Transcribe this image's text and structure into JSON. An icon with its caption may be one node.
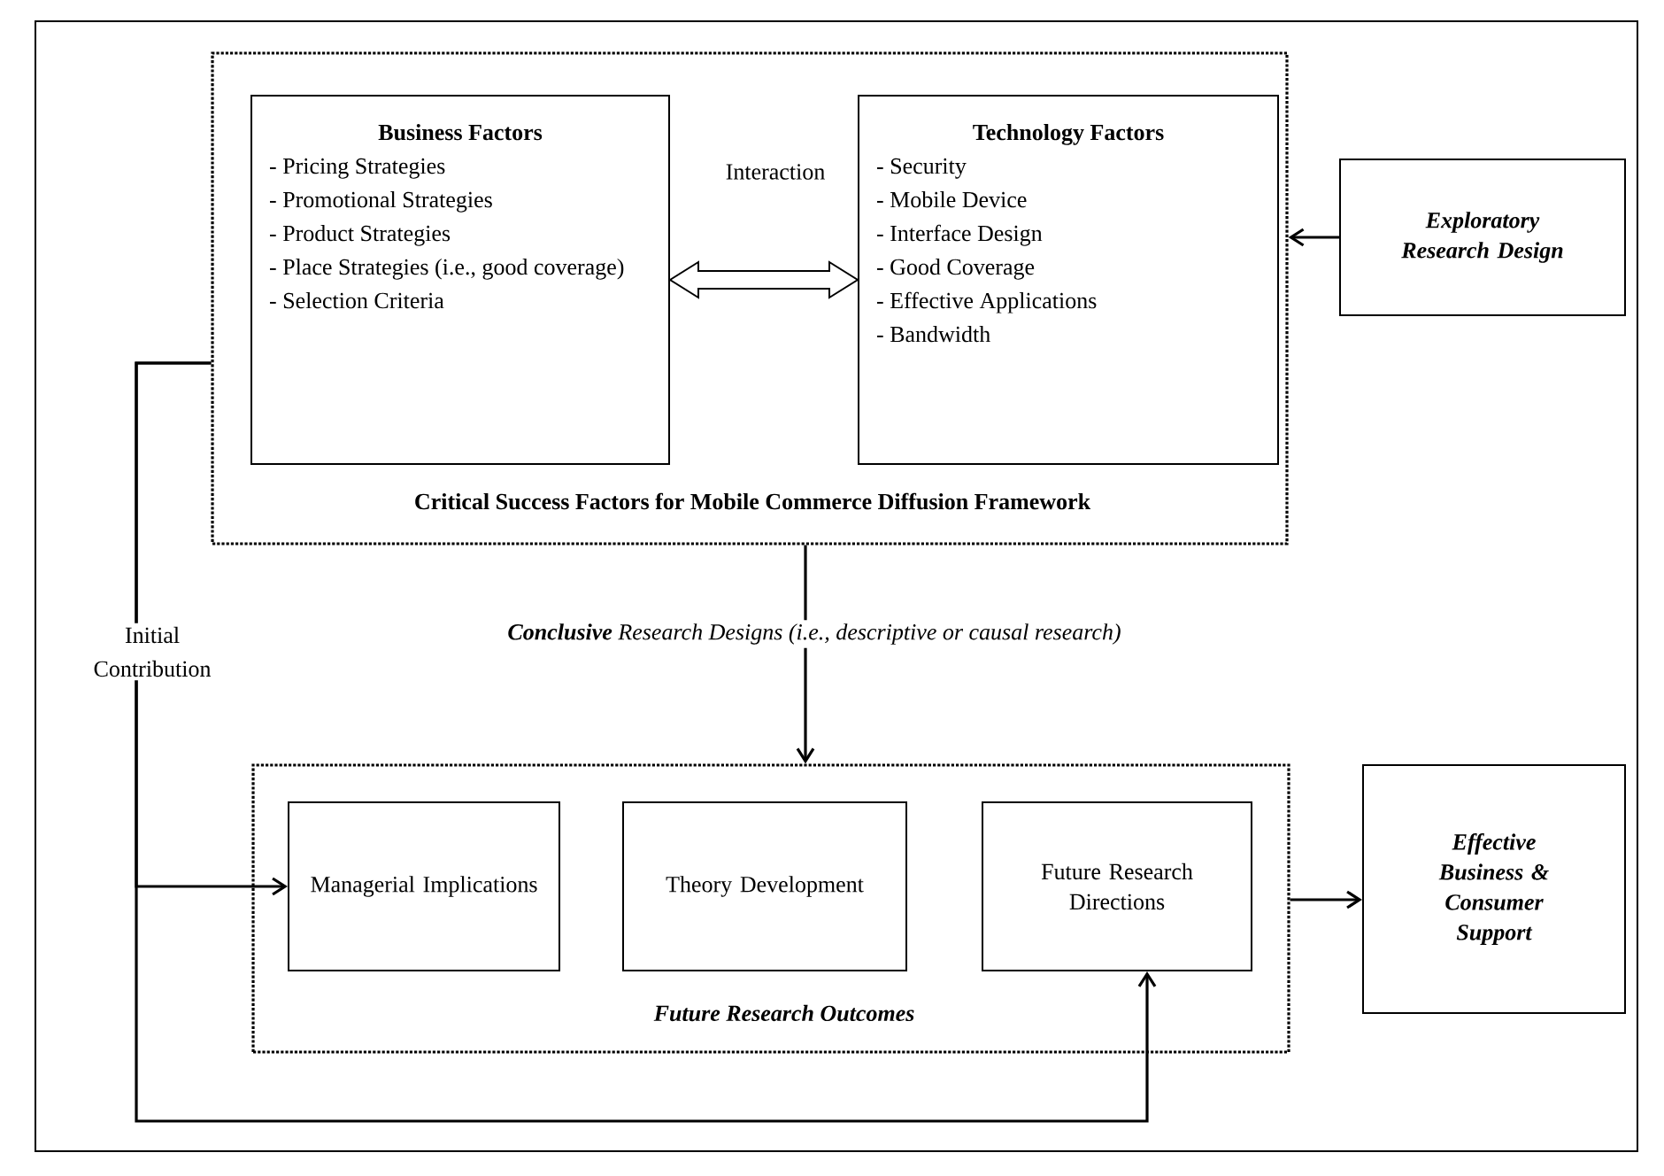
{
  "diagram": {
    "nodes": [
      {
        "text": [
          "Critical Success Factors for Mobile Commerce Diffusion Framework"
        ]
      },
      {
        "text": [
          "Business Factors",
          "- Pricing Strategies",
          "- Promotional Strategies",
          "- Product Strategies",
          "- Place Strategies (i.e., good coverage)",
          "- Selection Criteria"
        ],
        "in": 0
      },
      {
        "text": [
          "Technology Factors",
          "- Security",
          "- Mobile Device",
          "- Interface Design",
          "- Good Coverage",
          "- Effective Applications",
          "- Bandwidth"
        ],
        "in": 0
      },
      {
        "text": [
          "Exploratory Research Design"
        ]
      },
      {
        "text": [
          "Future Research Outcomes"
        ]
      },
      {
        "text": [
          "Managerial Implications"
        ],
        "in": 4
      },
      {
        "text": [
          "Theory Development"
        ],
        "in": 4
      },
      {
        "text": [
          "Future Research Directions"
        ],
        "in": 4
      },
      {
        "text": [
          "Effective Business & Consumer Support"
        ]
      }
    ],
    "edges": [
      {
        "from": 1,
        "to": 2,
        "arrow": "both",
        "label": "Interaction",
        "style": "thick"
      },
      {
        "from": 3,
        "to": 0,
        "arrow": "to"
      },
      {
        "from": 0,
        "to": 4,
        "arrow": "to",
        "label": "**Conclusive** Research Designs (i.e., descriptive or causal research)"
      },
      {
        "from": 0,
        "to": 5,
        "arrow": "to",
        "label": "Initial Contribution"
      },
      {
        "from": 0,
        "to": 7,
        "arrow": "to"
      },
      {
        "from": 4,
        "to": 8,
        "arrow": "to"
      }
    ]
  }
}
